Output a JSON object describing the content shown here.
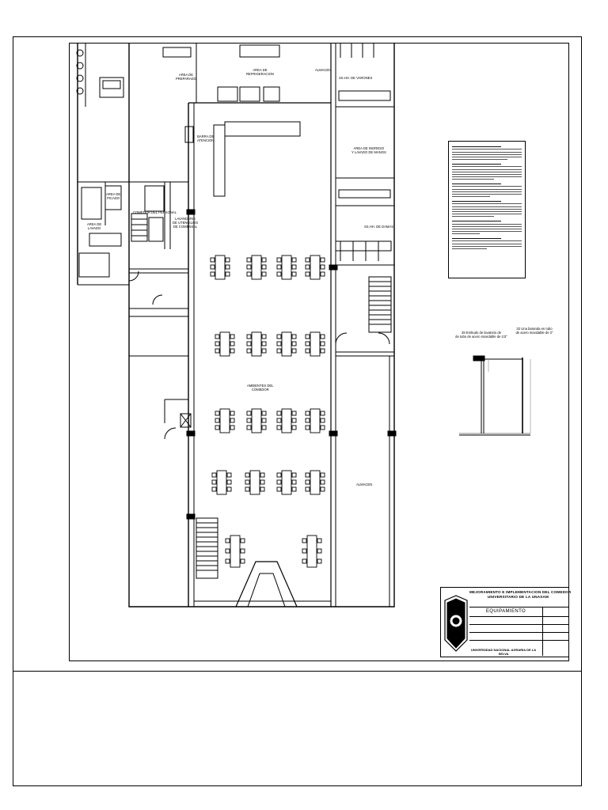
{
  "plan": {
    "rooms": {
      "area_preparado": "AREA DE\nPREPARADO",
      "area_refrigeracion": "AREA DE\nREFRIGERACION",
      "almacen_top": "ALMACEN",
      "sshh_varones": "SS.HH. DE VARONES",
      "barra_atencion": "BARRA DE\nATENCION",
      "area_ingreso": "AREA DE INGRESO\nY LAVADO DE MANOS",
      "area_picado": "AREA DE\nPICADO",
      "comedor_personal": "COMEDOR DEL PERSONAL",
      "lavanderia": "LAVANDERIA\nDE UTENCILIOS\nDE COMENSAL",
      "area_lavado": "AREA DE\nLAVADO",
      "sshh_damas": "SS.HH. DE DAMAS",
      "ambientes_comedor": "AMBIENTES DEL\nCOMEDOR",
      "almacen_right": "ALMACEN"
    }
  },
  "detail": {
    "label_left": "29 Embudo de lavatorio de\nde tubo de acero inoxidable de 1/2\"",
    "label_right": "32 Una baranda en tubo\nde acero inoxidable de 2\""
  },
  "title_block": {
    "banner": "MEJORAMIENTO E IMPLEMENTACION DEL COMEDOR\nUNIVERSITARIO DE LA UNASAM",
    "sheet_title": "EQUIPAMIENTO",
    "footer": "UNIVERSIDAD NACIONAL AGRARIA DE LA SELVA"
  },
  "colors": {
    "ink": "#000000",
    "paper": "#ffffff",
    "gray": "#888888"
  }
}
